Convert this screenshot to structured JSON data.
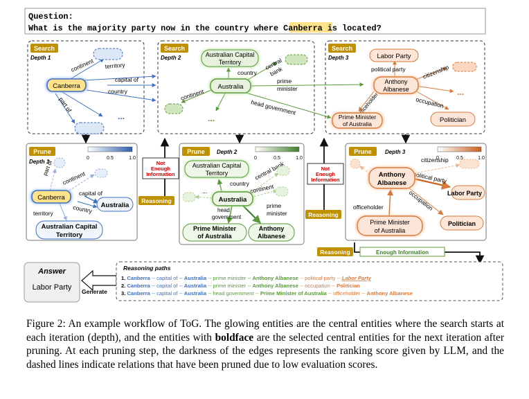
{
  "question": {
    "label": "Question:",
    "text_before": "What is the majority party now in the country where ",
    "highlight": "Canberra",
    "text_after": " is located?"
  },
  "tags": {
    "search": "Search",
    "prune": "Prune",
    "reasoning": "Reasoning",
    "generate": "Generate"
  },
  "depths": {
    "d1": "Depth 1",
    "d2": "Depth 2",
    "d3": "Depth 3"
  },
  "entities": {
    "canberra": "Canberra",
    "act_line1": "Australian Capital",
    "act_line2": "Territory",
    "australia": "Australia",
    "labor": "Labor Party",
    "anthony_line1": "Anthony",
    "anthony_line2": "Albanese",
    "pm_line1": "Prime Minister",
    "pm_line2": "of Australia",
    "politician": "Politician",
    "ellipsis": "..."
  },
  "relations": {
    "continent": "continent",
    "territory": "territory",
    "capital_of": "capital of",
    "country": "country",
    "part_of": "part of",
    "central_line1": "central",
    "central_line2": "bank",
    "central_bank": "central bank",
    "prime_line1": "prime",
    "prime_line2": "minister",
    "head_government": "head government",
    "head_line1": "head",
    "head_line2": "government",
    "political_party": "political party",
    "citizenship": "citizenship",
    "officeholder": "officeholder",
    "occupation": "occupation"
  },
  "scale_ticks": [
    "0",
    "0.5",
    "1.0"
  ],
  "status": {
    "not_enough_line1": "Not",
    "not_enough_line2": "Enough",
    "not_enough_line3": "Information",
    "enough": "Enough Information"
  },
  "answer": {
    "title": "Answer",
    "value": "Labor Party"
  },
  "reasoning_paths": {
    "title": "Reasoning paths",
    "path1": [
      "1. ",
      "Canberra",
      " -- capital of -- ",
      "Australia",
      " -- prime minister -- ",
      "Anthony Albanese",
      " -- political party -- ",
      "Labor Party"
    ],
    "path2": [
      "2. ",
      "Canberra",
      " -- capital of -- ",
      "Australia",
      " -- prime minister -- ",
      "Anthony Albanese",
      " -- occupation -- ",
      "Politician"
    ],
    "path3": [
      "3. ",
      "Canberra",
      " -- capital of -- ",
      "Australia",
      " -- head government -- ",
      "Prime Minister of Australia",
      " -- officeholder -- ",
      "Anthony Albanese"
    ]
  },
  "caption": {
    "part1": "Figure 2: An example workflow of ToG. The glowing entities are the central entities where the search starts at each iteration (depth), and the entities with ",
    "bold": "boldface",
    "part2": " are the selected central entities for the next iteration after pruning. At each pruning step, the darkness of the edges represents the ranking score given by LLM, and the dashed lines indicate relations that have been pruned due to low evaluation scores."
  },
  "colors": {
    "blue": "#3e6fc2",
    "green": "#5a9a3a",
    "orange": "#d77a3a",
    "tag": "#bf9000"
  }
}
